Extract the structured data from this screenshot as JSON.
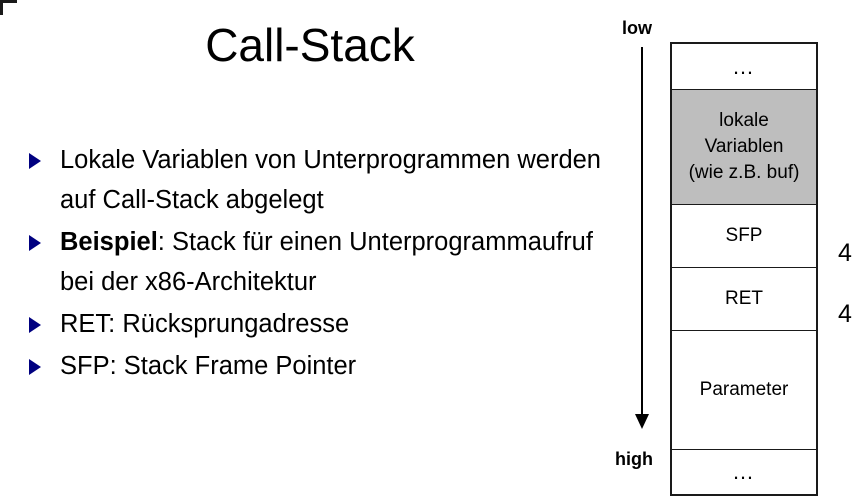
{
  "slide": {
    "title": "Call-Stack",
    "crop_mark": "corner-crop-mark"
  },
  "bullets": [
    {
      "text": "Lokale Variablen von Unterprogrammen werden auf Call-Stack abgelegt",
      "bold_prefix": ""
    },
    {
      "text": ": Stack für einen Unterprogrammaufruf bei der x86-Architektur",
      "bold_prefix": "Beispiel"
    },
    {
      "text": "RET: Rücksprungadresse",
      "bold_prefix": ""
    },
    {
      "text": "SFP: Stack Frame Pointer",
      "bold_prefix": ""
    }
  ],
  "diagram": {
    "address_labels": {
      "low": "low",
      "high": "high"
    },
    "arrow_direction": "down",
    "cells": [
      {
        "label": "…",
        "shaded": false
      },
      {
        "label": "lokale\nVariablen\n(wie z.B. buf)",
        "shaded": true
      },
      {
        "label": "SFP",
        "shaded": false
      },
      {
        "label": "RET",
        "shaded": false
      },
      {
        "label": "Parameter",
        "shaded": false
      },
      {
        "label": "…",
        "shaded": false
      }
    ],
    "cell_lines": {
      "locals_line1": "lokale",
      "locals_line2": "Variablen",
      "locals_line3": "(wie z.B. buf)",
      "top_ellipsis": "…",
      "sfp": "SFP",
      "ret": "RET",
      "parameter": "Parameter",
      "bottom_ellipsis": "…"
    },
    "size_annotations": [
      "4",
      "4"
    ],
    "colors": {
      "shaded_fill": "#bebebe",
      "border": "#1a1a1a",
      "bullet_marker": "#000080"
    }
  }
}
